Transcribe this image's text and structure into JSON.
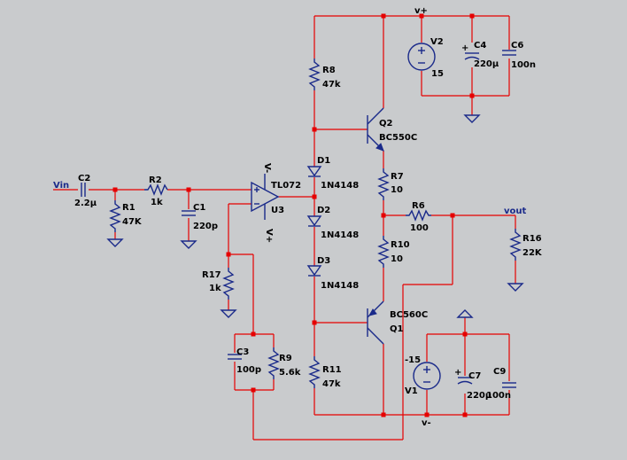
{
  "colors": {
    "background": "#c9cbcd",
    "wire": "#e60000",
    "component": "#1a2a8a",
    "net_label": "#1a2a8a"
  },
  "nets": {
    "vin": "Vin",
    "vout": "vout",
    "vplus": "v+",
    "vminus": "v-"
  },
  "components": {
    "c2": {
      "name": "C2",
      "value": "2.2µ"
    },
    "r1": {
      "name": "R1",
      "value": "47K"
    },
    "r2": {
      "name": "R2",
      "value": "1k"
    },
    "c1": {
      "name": "C1",
      "value": "220p"
    },
    "u3": {
      "name": "U3",
      "value": "TL072"
    },
    "r17": {
      "name": "R17",
      "value": "1k"
    },
    "c3": {
      "name": "C3",
      "value": "100p"
    },
    "r9": {
      "name": "R9",
      "value": "5.6k"
    },
    "r8": {
      "name": "R8",
      "value": "47k"
    },
    "d1": {
      "name": "D1",
      "value": "1N4148"
    },
    "d2": {
      "name": "D2",
      "value": "1N4148"
    },
    "d3": {
      "name": "D3",
      "value": "1N4148"
    },
    "r11": {
      "name": "R11",
      "value": "47k"
    },
    "q2": {
      "name": "Q2",
      "value": "BC550C"
    },
    "q1": {
      "name": "Q1",
      "value": "BC560C"
    },
    "r7": {
      "name": "R7",
      "value": "10"
    },
    "r10": {
      "name": "R10",
      "value": "10"
    },
    "r6": {
      "name": "R6",
      "value": "100"
    },
    "r16": {
      "name": "R16",
      "value": "22K"
    },
    "v2": {
      "name": "V2",
      "value": "15"
    },
    "c4": {
      "name": "C4",
      "value": "220µ"
    },
    "c6": {
      "name": "C6",
      "value": "100n"
    },
    "v1": {
      "name": "V1",
      "value": "-15"
    },
    "c7": {
      "name": "C7",
      "value": "220µ"
    },
    "c9": {
      "name": "C9",
      "value": "100n"
    }
  },
  "pin_labels": {
    "opamp_top": "V-",
    "opamp_bottom": "V+"
  }
}
